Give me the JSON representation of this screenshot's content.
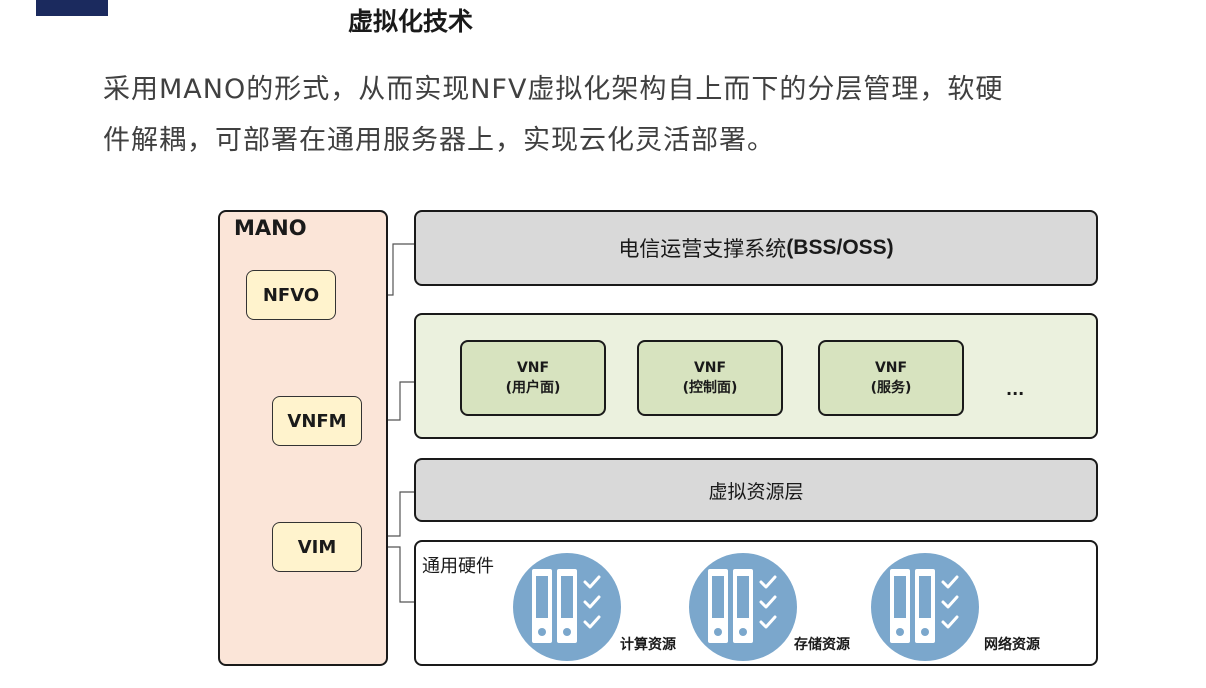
{
  "title": "虚拟化技术",
  "intro": {
    "line1": "采用MANO的形式，从而实现NFV虚拟化架构自上而下的分层管理，软硬",
    "line2": "件解耦，可部署在通用服务器上，实现云化灵活部署。"
  },
  "mano": {
    "title": "MANO",
    "nfvo": "NFVO",
    "vnfm": "VNFM",
    "vim": "VIM"
  },
  "bss": {
    "label": "电信运营支撑系统",
    "code": "(BSS/OSS)"
  },
  "vnfs": [
    {
      "name": "VNF",
      "desc": "(用户面)"
    },
    {
      "name": "VNF",
      "desc": "(控制面)"
    },
    {
      "name": "VNF",
      "desc": "(服务)"
    }
  ],
  "vnf_more": "...",
  "virtual_layer": "虚拟资源层",
  "hardware": {
    "title": "通用硬件",
    "resources": [
      {
        "label": "计算资源",
        "icon": "server-check-icon"
      },
      {
        "label": "存储资源",
        "icon": "server-check-icon"
      },
      {
        "label": "网络资源",
        "icon": "server-check-icon"
      }
    ]
  },
  "colors": {
    "corner": "#1b2a5e",
    "mano_bg": "#fbe5d8",
    "manager_bg": "#fff3cd",
    "vnf_layer_bg": "#ebf1de",
    "vnf_bg": "#d7e3bf",
    "grey_layer_bg": "#d9d9d9",
    "resource_circle": "#7ba7cc"
  }
}
